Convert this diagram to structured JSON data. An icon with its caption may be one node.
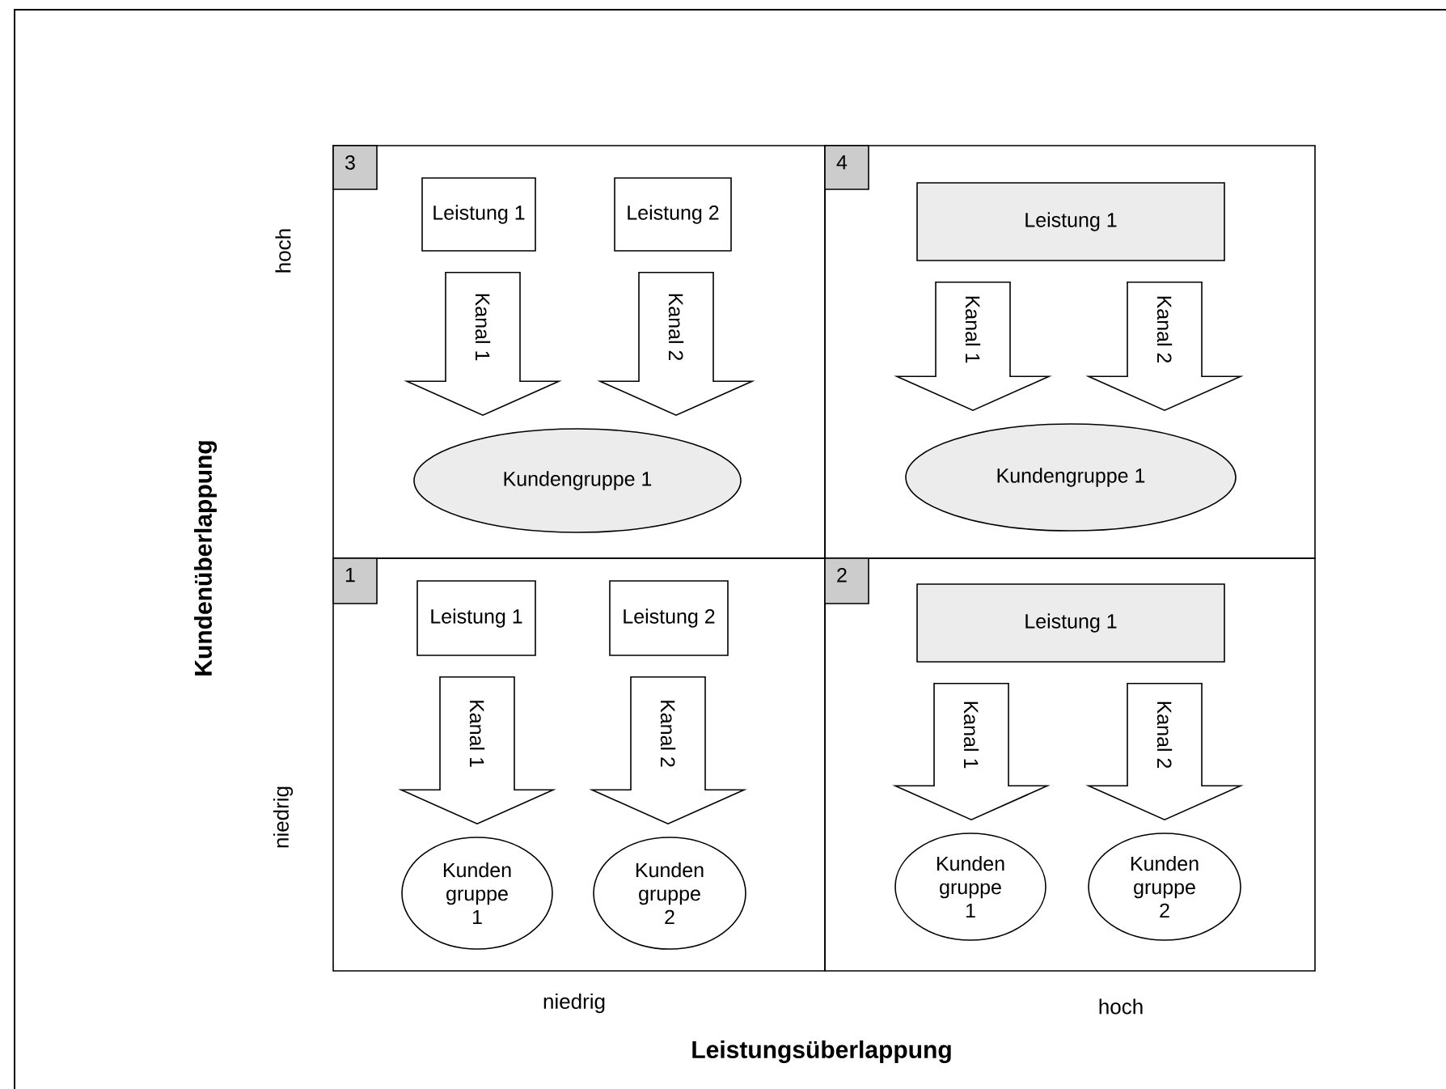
{
  "diagram": {
    "nodes": [
      {
        "text": [],
        "shape": "box"
      },
      {
        "text": [
          "3"
        ],
        "in": 0
      },
      {
        "text": [
          "Leistung 1"
        ],
        "in": 0
      },
      {
        "text": [
          "Leistung 2"
        ],
        "in": 0
      },
      {
        "text": [
          "Kundengruppe 1"
        ],
        "in": 0
      },
      {
        "text": [],
        "shape": "box"
      },
      {
        "text": [
          "4"
        ],
        "in": 5
      },
      {
        "text": [
          "Leistung 1"
        ],
        "in": 5
      },
      {
        "text": [
          "Kundengruppe 1"
        ],
        "in": 5
      },
      {
        "text": [],
        "shape": "box"
      },
      {
        "text": [
          "1"
        ],
        "in": 9
      },
      {
        "text": [
          "Leistung 1"
        ],
        "in": 9
      },
      {
        "text": [
          "Leistung 2"
        ],
        "in": 9
      },
      {
        "text": [
          "Kunden gruppe 1"
        ],
        "in": 9
      },
      {
        "text": [
          "Kunden gruppe 2"
        ],
        "in": 9
      },
      {
        "text": [],
        "shape": "box"
      },
      {
        "text": [
          "2"
        ],
        "in": 15
      },
      {
        "text": [
          "Leistung 1"
        ],
        "in": 15
      },
      {
        "text": [
          "Kunden gruppe 1"
        ],
        "in": 15
      },
      {
        "text": [
          "Kunden gruppe 2"
        ],
        "in": 15
      }
    ],
    "edges": [
      {
        "from": 2,
        "to": 4,
        "arrow": "to",
        "label": "Kanal 1"
      },
      {
        "from": 3,
        "to": 4,
        "arrow": "to",
        "label": "Kanal 2"
      },
      {
        "from": 7,
        "to": 8,
        "arrow": "to",
        "label": "Kanal 1"
      },
      {
        "from": 7,
        "to": 8,
        "arrow": "to",
        "label": "Kanal 2"
      },
      {
        "from": 11,
        "to": 13,
        "arrow": "to",
        "label": "Kanal 1"
      },
      {
        "from": 12,
        "to": 14,
        "arrow": "to",
        "label": "Kanal 2"
      },
      {
        "from": 17,
        "to": 18,
        "arrow": "to",
        "label": "Kanal 1"
      },
      {
        "from": 17,
        "to": 19,
        "arrow": "to",
        "label": "Kanal 2"
      }
    ],
    "labels": [
      "hoch",
      "Kundenüberlappung",
      "niedrig",
      "niedrig",
      "hoch",
      "Leistungsüberlappung"
    ]
  }
}
